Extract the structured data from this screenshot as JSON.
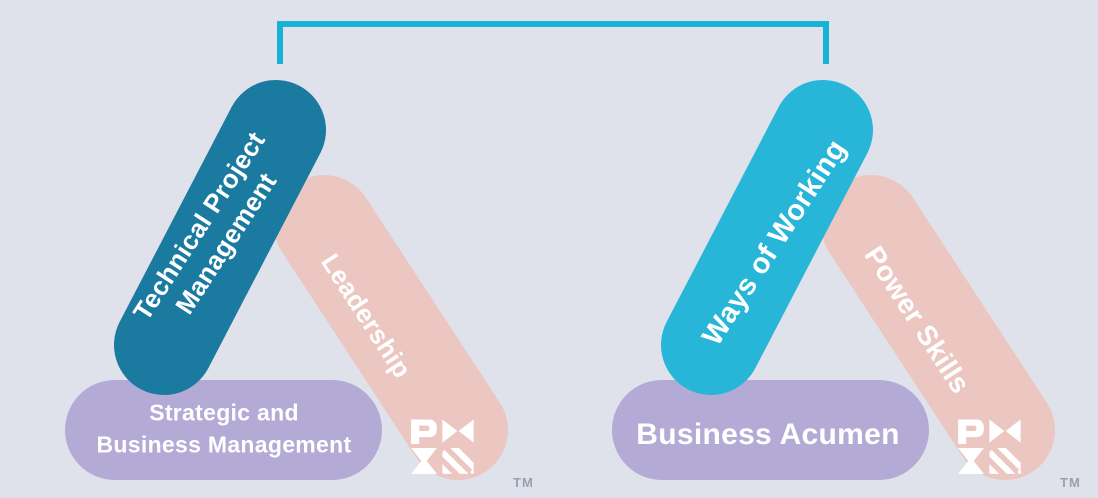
{
  "canvas": {
    "background": "#dfe2ea"
  },
  "connector": {
    "color": "#16b3d4"
  },
  "palette": {
    "dark_teal": "#1b7aa0",
    "cyan": "#27b5d8",
    "pink": "#ecc7c1",
    "lavender": "#b3aad6",
    "label_text": "#ffffff",
    "trademark_text": "#99a0b2"
  },
  "triangles": [
    {
      "left_bar": {
        "lines": [
          "Technical Project",
          "Management"
        ],
        "color": "#1b7aa0"
      },
      "right_bar": {
        "lines": [
          "Leadership"
        ],
        "color": "#ecc7c1"
      },
      "bottom_bar": {
        "lines": [
          "Strategic and",
          "Business Management"
        ],
        "color": "#b3aad6"
      },
      "logo_icon": "pmi-logo-icon",
      "trademark": "TM"
    },
    {
      "left_bar": {
        "lines": [
          "Ways of Working"
        ],
        "color": "#27b5d8"
      },
      "right_bar": {
        "lines": [
          "Power Skills"
        ],
        "color": "#ecc7c1"
      },
      "bottom_bar": {
        "lines": [
          "Business Acumen"
        ],
        "color": "#b3aad6"
      },
      "logo_icon": "pmi-logo-icon",
      "trademark": "TM"
    }
  ]
}
